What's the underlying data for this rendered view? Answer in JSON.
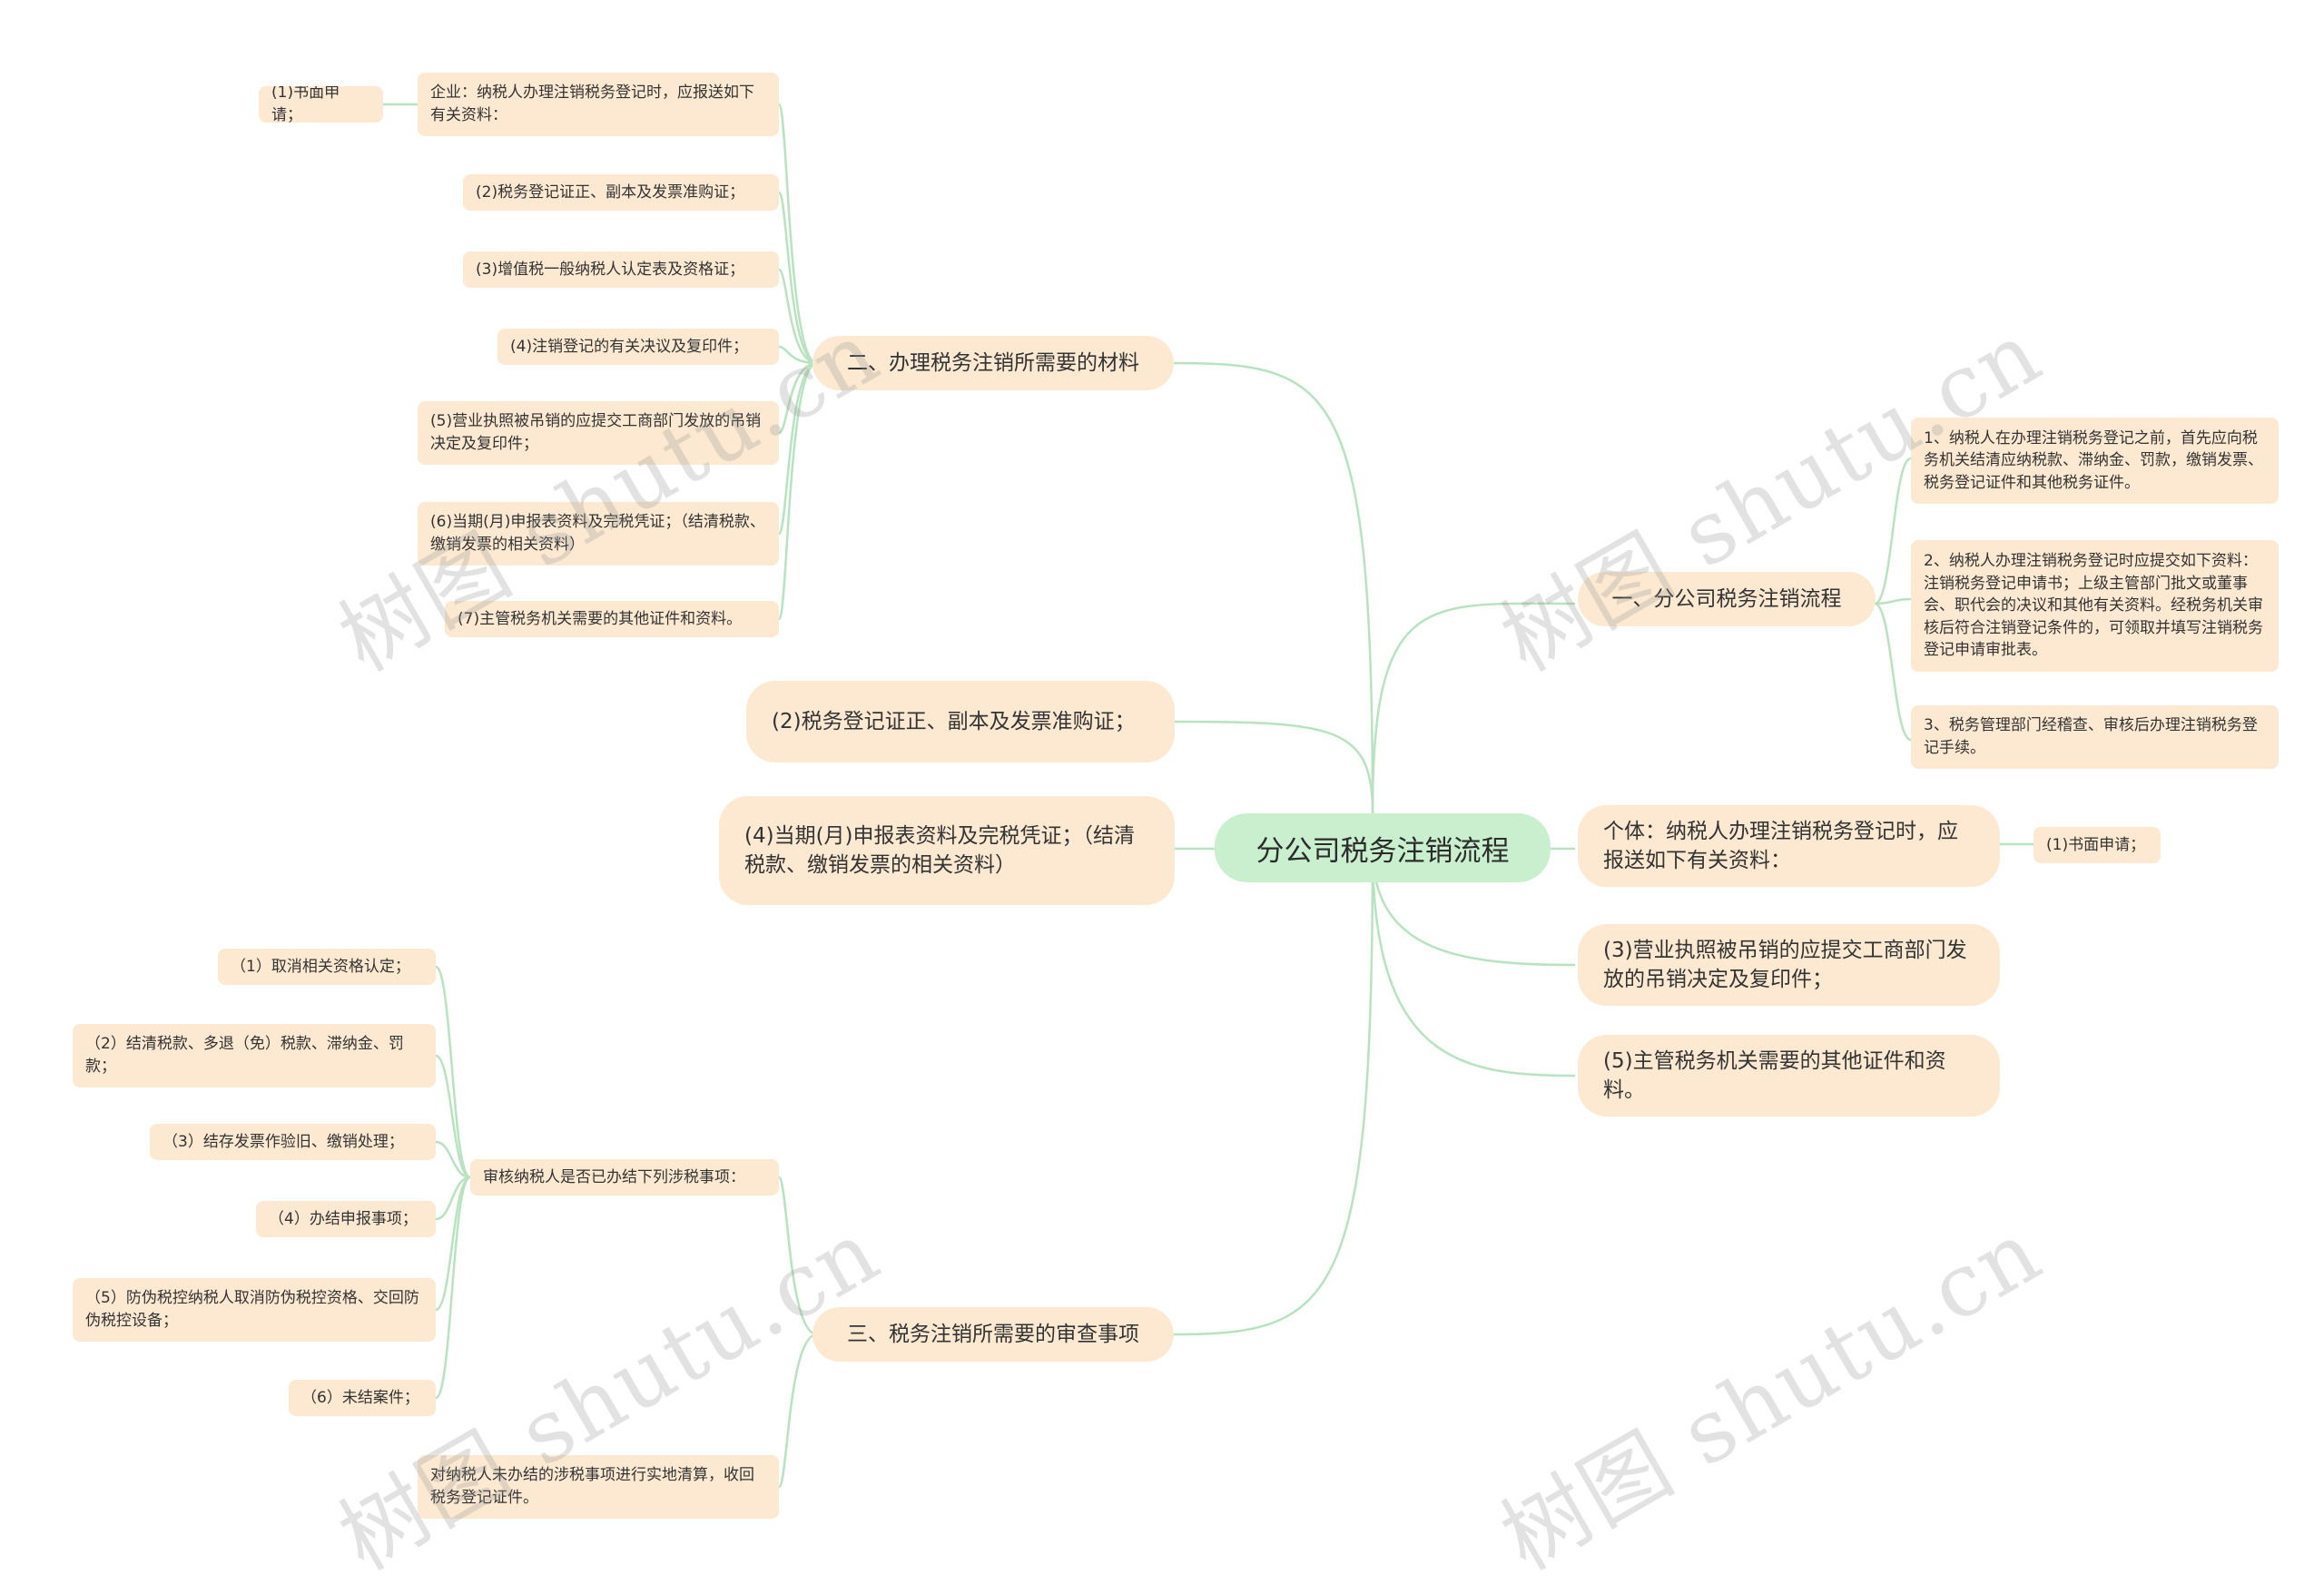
{
  "root": "分公司税务注销流程",
  "branch_right_1": {
    "label": "一、分公司税务注销流程",
    "items": [
      "1、纳税人在办理注销税务登记之前，首先应向税务机关结清应纳税款、滞纳金、罚款，缴销发票、税务登记证件和其他税务证件。",
      "2、纳税人办理注销税务登记时应提交如下资料：注销税务登记申请书；上级主管部门批文或董事会、职代会的决议和其他有关资料。经税务机关审核后符合注销登记条件的，可领取并填写注销税务登记申请审批表。",
      "3、税务管理部门经稽查、审核后办理注销税务登记手续。"
    ]
  },
  "branch_right_2": {
    "label": "个体：纳税人办理注销税务登记时，应报送如下有关资料：",
    "child": "(1)书面申请；"
  },
  "branch_right_3": {
    "label": "(3)营业执照被吊销的应提交工商部门发放的吊销决定及复印件；"
  },
  "branch_right_4": {
    "label": "(5)主管税务机关需要的其他证件和资料。"
  },
  "branch_left_1": {
    "label": "二、办理税务注销所需要的材料",
    "enterprise": "企业：纳税人办理注销税务登记时，应报送如下有关资料：",
    "enterprise_child": "(1)书面申请；",
    "items": [
      "(2)税务登记证正、副本及发票准购证；",
      "(3)增值税一般纳税人认定表及资格证；",
      "(4)注销登记的有关决议及复印件；",
      "(5)营业执照被吊销的应提交工商部门发放的吊销决定及复印件；",
      "(6)当期(月)申报表资料及完税凭证；（结清税款、缴销发票的相关资料）",
      "(7)主管税务机关需要的其他证件和资料。"
    ]
  },
  "branch_left_2": {
    "label": "(2)税务登记证正、副本及发票准购证；"
  },
  "branch_left_3": {
    "label": "(4)当期(月)申报表资料及完税凭证；（结清税款、缴销发票的相关资料）"
  },
  "branch_left_4": {
    "label": "三、税务注销所需要的审查事项",
    "review": "审核纳税人是否已办结下列涉税事项：",
    "review_items": [
      "（1）取消相关资格认定；",
      "（2）结清税款、多退（免）税款、滞纳金、罚款；",
      "（3）结存发票作验旧、缴销处理；",
      "（4）办结申报事项；",
      "（5）防伪税控纳税人取消防伪税控资格、交回防伪税控设备；",
      "（6）未结案件；"
    ],
    "final": "对纳税人未办结的涉税事项进行实地清算，收回税务登记证件。"
  },
  "watermark": "树图 shutu.cn",
  "colors": {
    "node_fill": "#fde9d1",
    "root_fill": "#c9efcf",
    "link": "#b8e2c0"
  }
}
